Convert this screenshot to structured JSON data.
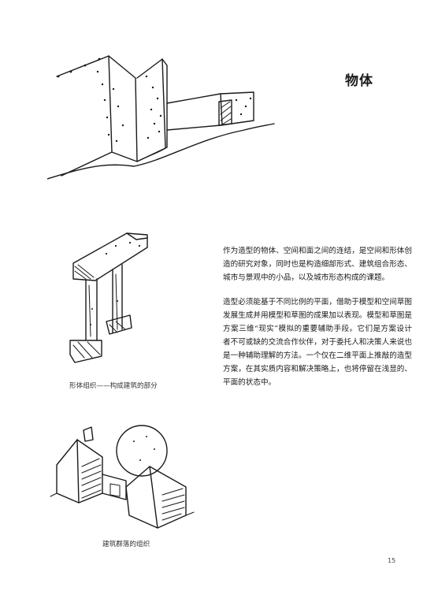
{
  "title": "物体",
  "paragraphs": [
    "作为造型的物体、空间和面之间的连结，是空间和形体创造的研究对象，同时也是构造细部形式、建筑组合形态、城市与景观中的小品，以及城市形态构成的课题。",
    "造型必须能基于不同比例的平面，借助于模型和空间草图发展生成并用模型和草图的成果加以表现。模型和草图是方案三维“现实”模拟的重要辅助手段。它们是方案设计者不可或缺的交流合作伙伴，对于委托人和决策人来说也是一种辅助理解的方法。一个仅在二维平面上推敲的造型方案，在其实质内容和解决策略上，也将停留在浅显的、平面的状态中。"
  ],
  "captions": {
    "frame_sketch": "形体组织——构成建筑的部分",
    "cluster_sketch": "建筑群落的组织"
  },
  "page_number": "15"
}
